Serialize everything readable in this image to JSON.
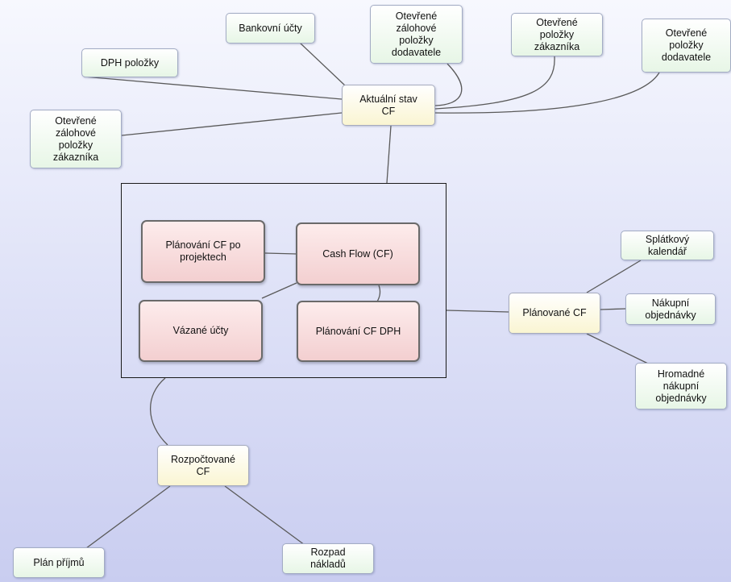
{
  "nodes": {
    "bankovni_ucty": "Bankovní účty",
    "otevrene_zalohove_polozky_dodavatele": "Otevřené\nzálohové\npoložky\ndodavatele",
    "otevrene_polozky_zakaznika": "Otevřené\npoložky\nzákazníka",
    "otevrene_polozky_dodavatele": "Otevřené\npoložky\ndodavatele",
    "dph_polozky": "DPH položky",
    "otevrene_zalohove_polozky_zakaznika": "Otevřené\nzálohové\npoložky\nzákazníka",
    "aktualni_stav_cf": "Aktuální stav\nCF",
    "planovani_cf_po_projektech": "Plánování CF po\nprojektech",
    "cash_flow": "Cash Flow (CF)",
    "vazane_ucty": "Vázané účty",
    "planovani_cf_dph": "Plánování CF DPH",
    "splatkovy_kalendar": "Splátkový\nkalendář",
    "planovane_cf": "Plánované CF",
    "nakupni_objednavky": "Nákupní\nobjednávky",
    "hromadne_nakupni_objednavky": "Hromadné\nnákupní\nobjednávky",
    "rozpoctovane_cf": "Rozpočtované\nCF",
    "plan_prijmu": "Plán příjmů",
    "rozpad_nakladu": "Rozpad\nnákladů"
  },
  "colors": {
    "leaf_node": "#e7f6e6",
    "hub_node": "#faf5d2",
    "core_node": "#f3cfd0",
    "connector": "#555555"
  }
}
